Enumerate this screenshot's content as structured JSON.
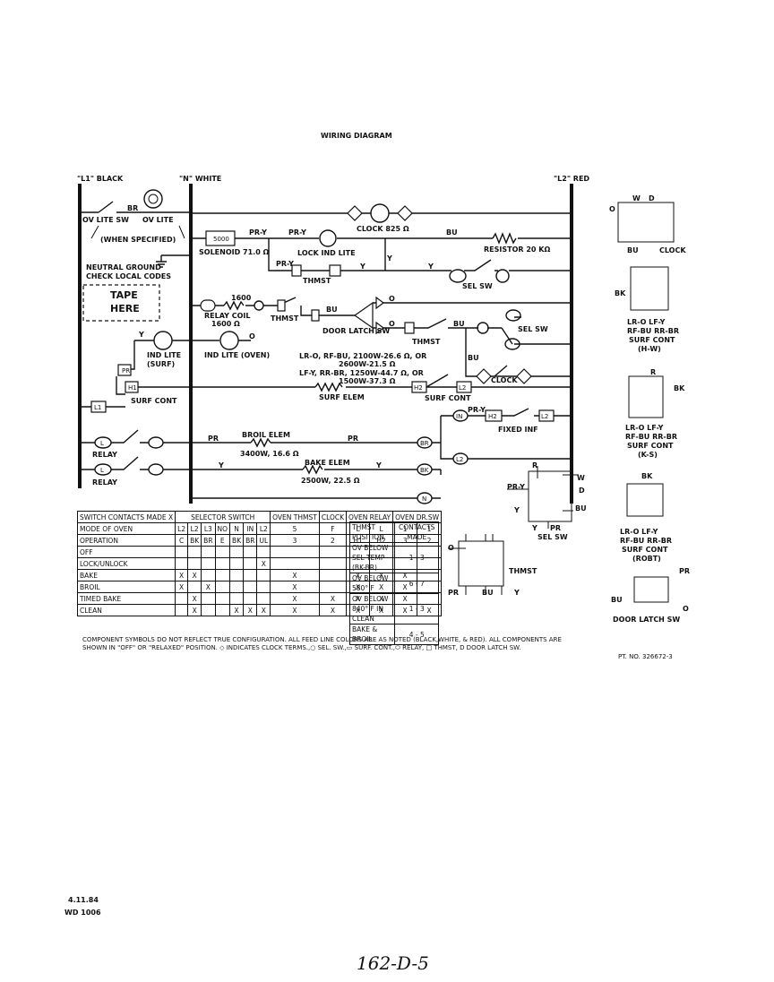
{
  "title": "WIRING DIAGRAM",
  "lines": {
    "l1": "\"L1\" BLACK",
    "n": "\"N\" WHITE",
    "l2": "\"L2\" RED"
  },
  "labels": {
    "ov_lite_sw": "OV LITE SW",
    "ov_lite": "OV LITE",
    "br": "BR",
    "when_specified": "(WHEN SPECIFIED)",
    "neutral_ground": "NEUTRAL GROUND",
    "check_codes": "CHECK LOCAL CODES",
    "tape": "TAPE",
    "here": "HERE",
    "solenoid_val": "5000",
    "solenoid": "SOLENOID 71.0 Ω",
    "pr_y": "PR-Y",
    "lock_ind_lite": "LOCK IND LITE",
    "clock_825": "CLOCK 825 Ω",
    "resistor": "RESISTOR 20 KΩ",
    "bu": "BU",
    "y": "Y",
    "thmst": "THMST",
    "sel_sw": "SEL SW",
    "relay_coil": "RELAY COIL",
    "relay_coil_val": "1600 Ω",
    "relay_coil_n": "1600",
    "door_latch_sw": "DOOR LATCH SW",
    "ind_lite_surf": "IND LITE",
    "ind_lite_surf2": "(SURF)",
    "ind_lite_oven": "IND LITE (OVEN)",
    "elem_spec1": "LR-O, RF-BU, 2100W-26.6 Ω, OR",
    "elem_spec2": "2600W-21.5 Ω",
    "elem_spec3": "LF-Y, RR-BR, 1250W-44.7 Ω, OR",
    "elem_spec4": "1500W-37.3 Ω",
    "clock": "CLOCK",
    "surf_cont": "SURF CONT",
    "surf_elem": "SURF ELEM",
    "fixed_inf": "FIXED INF",
    "broil_elem": "BROIL ELEM",
    "broil_spec": "3400W, 16.6 Ω",
    "bake_elem": "BAKE ELEM",
    "bake_spec": "2500W, 22.5 Ω",
    "relay": "RELAY",
    "pr": "PR",
    "o": "O",
    "w": "W",
    "d": "D",
    "r": "R",
    "bk": "BK",
    "surf_cont_hw1": "LR-O  LF-Y",
    "surf_cont_hw2": "RF-BU  RR-BR",
    "surf_cont_hw3": "SURF CONT",
    "surf_cont_hw4": "(H-W)",
    "surf_cont_ks4": "(K-S)",
    "surf_cont_rb4": "(ROBT)",
    "door_latch_sw_detail": "DOOR LATCH SW",
    "footer_note1": "COMPONENT SYMBOLS DO NOT REFLECT TRUE CONFIGURATION.  ALL FEED LINE COLORS ARE AS NOTED (BLACK,WHITE, & RED).  ALL COMPONENTS ARE",
    "footer_note2": "SHOWN IN \"OFF\" OR \"RELAXED\" POSITION.   ◇ INDICATES  CLOCK TERMS.,○ SEL. SW.,▭ SURF. CONT.,⬭ RELAY, □ THMST, D DOOR LATCH  SW.",
    "part_no": "PT. NO. 326672-3",
    "date": "4.11.84",
    "wd": "WD 1006",
    "handwritten": "162-D-5"
  },
  "selector_table": {
    "header": [
      "SWITCH CONTACTS MADE X",
      "SELECTOR SWITCH",
      "OVEN THMST",
      "CLOCK",
      "OVEN RELAY",
      "OVEN DR.SW"
    ],
    "mode_row": [
      "MODE OF OVEN",
      "L2",
      "L2",
      "L3",
      "NO",
      "N",
      "IN",
      "L2",
      "5",
      "F",
      "L",
      "L",
      "1",
      "1"
    ],
    "op_row": [
      "OPERATION",
      "C",
      "BK",
      "BR",
      "E",
      "BK",
      "BR",
      "UL",
      "3",
      "2",
      "H1",
      "H2",
      "3",
      "2"
    ],
    "rows": [
      {
        "mode": "OFF",
        "cells": [
          "",
          "",
          "",
          "",
          "",
          "",
          "",
          "",
          "",
          "",
          "",
          "",
          ""
        ]
      },
      {
        "mode": "LOCK/UNLOCK",
        "cells": [
          "",
          "",
          "",
          "",
          "",
          "",
          "X",
          "",
          "",
          "",
          "",
          "",
          ""
        ]
      },
      {
        "mode": "BAKE",
        "cells": [
          "X",
          "X",
          "",
          "",
          "",
          "",
          "",
          "X",
          "",
          "X",
          "X",
          "X",
          ""
        ]
      },
      {
        "mode": "BROIL",
        "cells": [
          "X",
          "",
          "X",
          "",
          "",
          "",
          "",
          "X",
          "",
          "X",
          "X",
          "X",
          ""
        ]
      },
      {
        "mode": "TIMED BAKE",
        "cells": [
          "",
          "X",
          "",
          "",
          "",
          "",
          "",
          "X",
          "X",
          "X",
          "X",
          "X",
          ""
        ]
      },
      {
        "mode": "CLEAN",
        "cells": [
          "",
          "X",
          "",
          "",
          "X",
          "X",
          "X",
          "X",
          "X",
          "X",
          "X",
          "X",
          "X"
        ]
      }
    ]
  },
  "thmst_table": {
    "header": [
      "THMST POSITION",
      "CONTACTS MADE"
    ],
    "rows": [
      {
        "pos": "OV BELOW SEL TEMP (BK-BR)",
        "contacts": "1 - 3"
      },
      {
        "pos": "OV BELOW 580° F",
        "contacts": "6 - 7"
      },
      {
        "pos": "OV BELOW 840° F IN CLEAN",
        "contacts": "1 - 3"
      },
      {
        "pos": "BAKE & BROIL",
        "contacts": "4 - 5"
      }
    ]
  }
}
